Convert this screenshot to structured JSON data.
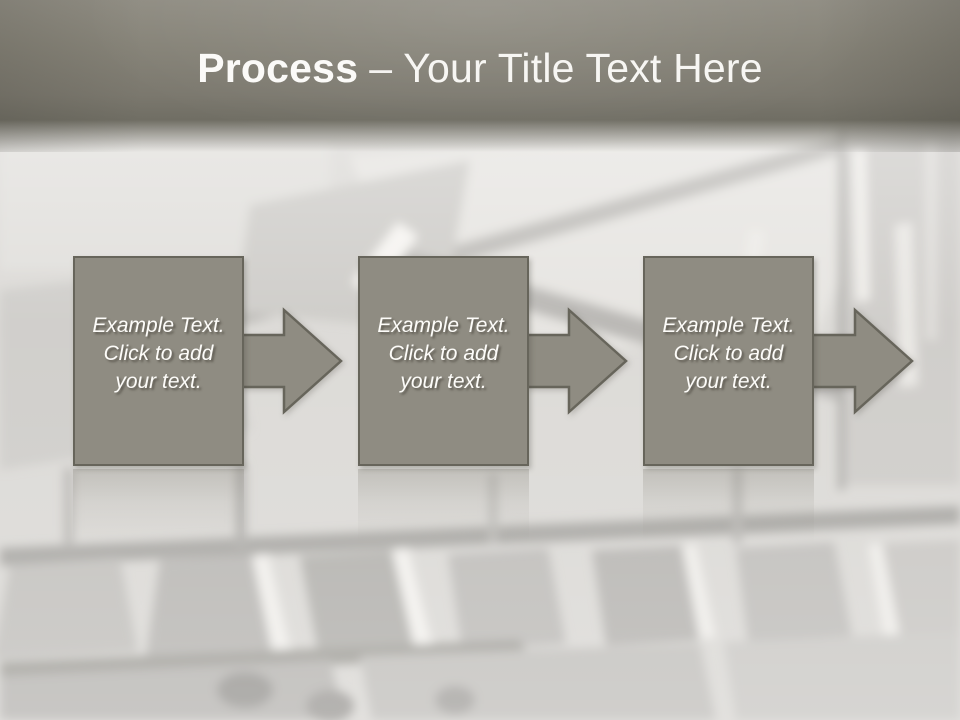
{
  "slide": {
    "header": {
      "title_emphasis": "Process",
      "title_separator": "–",
      "title_rest": "Your Title Text Here"
    },
    "steps": [
      {
        "lines": [
          "Example Text.",
          "Click to add",
          "your text."
        ]
      },
      {
        "lines": [
          "Example Text.",
          "Click to add",
          "your text."
        ]
      },
      {
        "lines": [
          "Example Text.",
          "Click to add",
          "your text."
        ]
      }
    ],
    "colors": {
      "header_band_top": "#908d83",
      "header_band_bottom": "#706e64",
      "shape_fill": "#8f8c82",
      "shape_border": "#67655b",
      "canvas_background": "#d6d4d0",
      "title_text": "#fbfaf8",
      "step_text": "#fdfcf9"
    }
  }
}
